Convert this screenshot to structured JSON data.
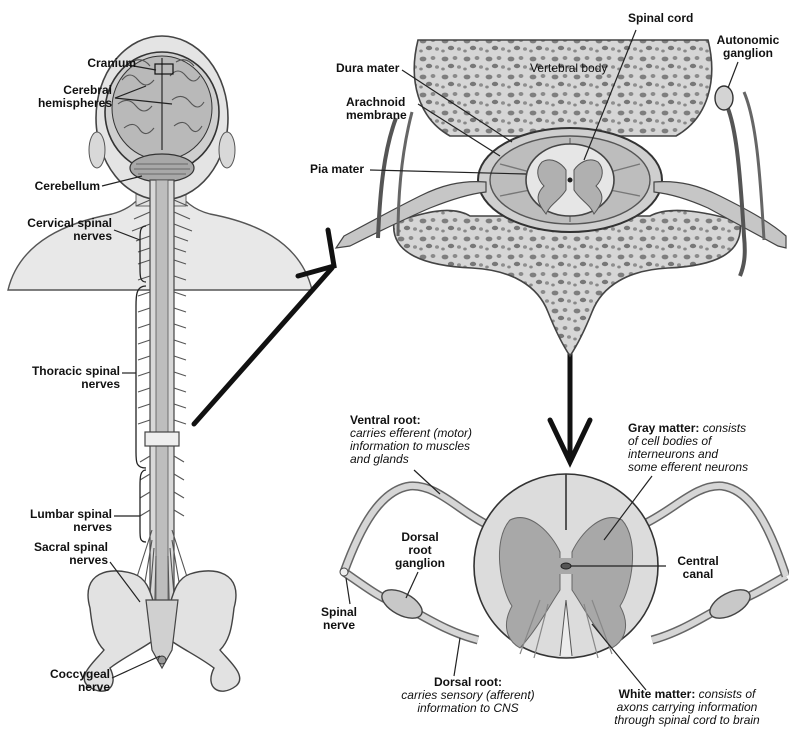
{
  "labels": {
    "cranium": "Cranium",
    "cerebral_hemispheres": [
      "Cerebral",
      "hemispheres"
    ],
    "cerebellum": "Cerebellum",
    "cervical": [
      "Cervical spinal",
      "nerves"
    ],
    "thoracic": [
      "Thoracic spinal",
      "nerves"
    ],
    "lumbar": [
      "Lumbar spinal",
      "nerves"
    ],
    "sacral": [
      "Sacral spinal",
      "nerves"
    ],
    "coccygeal": [
      "Coccygeal",
      "nerve"
    ],
    "spinal_cord": "Spinal cord",
    "dura_mater": "Dura mater",
    "vertebral_body": "Vertebral body",
    "autonomic_ganglion": [
      "Autonomic",
      "ganglion"
    ],
    "arachnoid_membrane": [
      "Arachnoid",
      "membrane"
    ],
    "pia_mater": "Pia mater",
    "ventral_root_title": "Ventral root:",
    "ventral_root_desc": [
      "carries efferent (motor)",
      "information to muscles",
      "and glands"
    ],
    "gray_matter_title": "Gray matter:",
    "gray_matter_desc": [
      "consists",
      "of cell bodies of",
      "interneurons and",
      "some efferent neurons"
    ],
    "dorsal_root_ganglion": [
      "Dorsal",
      "root",
      "ganglion"
    ],
    "central_canal": [
      "Central",
      "canal"
    ],
    "spinal_nerve": [
      "Spinal",
      "nerve"
    ],
    "dorsal_root_title": "Dorsal root:",
    "dorsal_root_desc": [
      "carries sensory (afferent)",
      "information to CNS"
    ],
    "white_matter_title": "White matter:",
    "white_matter_desc": [
      "consists of",
      "axons carrying information",
      "through spinal cord to brain"
    ]
  },
  "colors": {
    "tissue_light": "#e2e2e2",
    "tissue_mid": "#c4c4c4",
    "tissue_dark": "#9a9a9a",
    "gray_matter": "#a6a6a6",
    "white_matter": "#dcdcdc",
    "outline": "#333333"
  }
}
